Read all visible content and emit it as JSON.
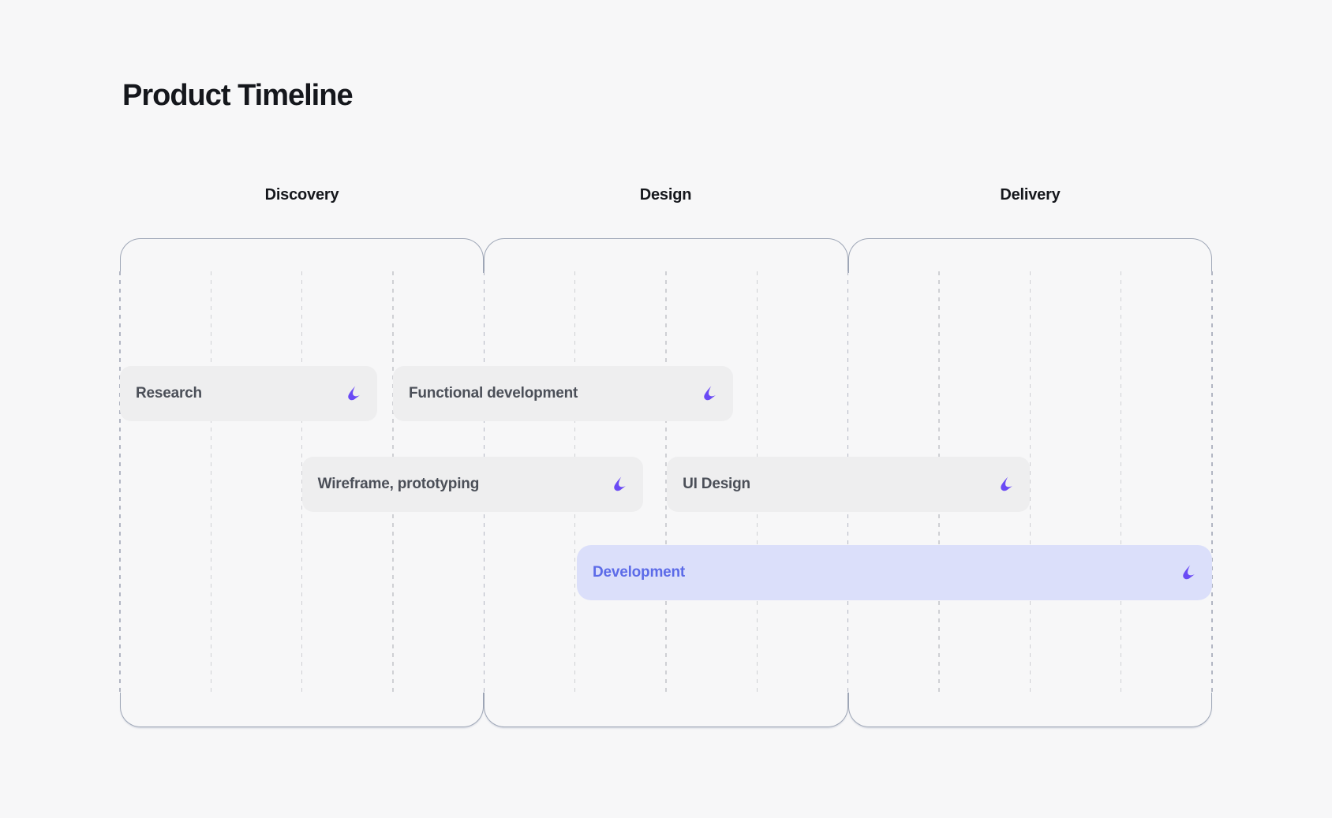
{
  "page": {
    "title": "Product Timeline"
  },
  "chart_data": {
    "type": "gantt-timeline",
    "title": "Product Timeline",
    "phases": [
      "Discovery",
      "Design",
      "Delivery"
    ],
    "columns_per_phase": 4,
    "total_columns": 12,
    "grid": "dashed-vertical",
    "tasks": [
      {
        "label": "Research",
        "row": 0,
        "start_col": 0.0,
        "end_col": 2.83,
        "highlighted": false
      },
      {
        "label": "Functional development",
        "row": 0,
        "start_col": 3.0,
        "end_col": 6.74,
        "highlighted": false
      },
      {
        "label": "Wireframe, prototyping",
        "row": 1,
        "start_col": 2.0,
        "end_col": 5.75,
        "highlighted": false
      },
      {
        "label": "UI Design",
        "row": 1,
        "start_col": 6.01,
        "end_col": 10.0,
        "highlighted": false
      },
      {
        "label": "Development",
        "row": 2,
        "start_col": 5.02,
        "end_col": 12.0,
        "highlighted": true
      }
    ]
  },
  "icons": {
    "task_marker": "swoosh-check-icon"
  },
  "colors": {
    "background": "#f7f7f8",
    "panel_border": "#9ea6b6",
    "task_background": "#eeeeef",
    "task_text": "#4b4f58",
    "highlight_background": "#dbdffa",
    "highlight_text": "#5c6be8",
    "accent_icon": "#6a4af5"
  }
}
